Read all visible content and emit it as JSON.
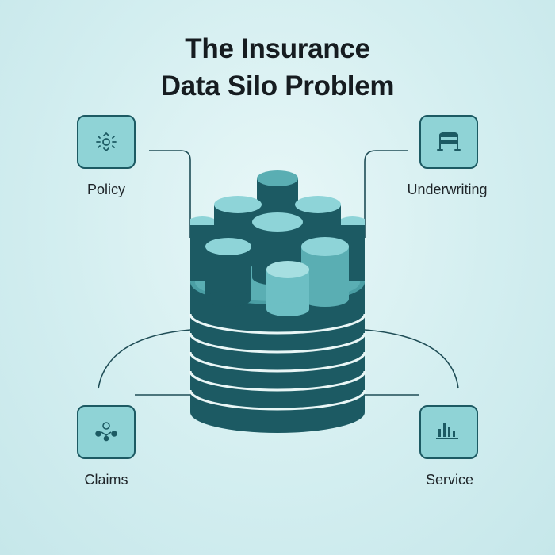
{
  "title": {
    "line1": "The Insurance",
    "line2": "Data Silo Problem"
  },
  "nodes": [
    {
      "id": "policy",
      "label": "Policy",
      "icon": "settings-target-icon"
    },
    {
      "id": "underwriting",
      "label": "Underwriting",
      "icon": "database-table-icon"
    },
    {
      "id": "claims",
      "label": "Claims",
      "icon": "people-network-icon"
    },
    {
      "id": "service",
      "label": "Service",
      "icon": "bar-chart-icon"
    }
  ],
  "colors": {
    "dark_teal": "#1c5a63",
    "mid_teal": "#4fa7ad",
    "light_teal": "#8ed4d8",
    "icon_box_fill": "#8fd3d6",
    "icon_box_border": "#1c5a63",
    "line": "#1f4d56"
  }
}
